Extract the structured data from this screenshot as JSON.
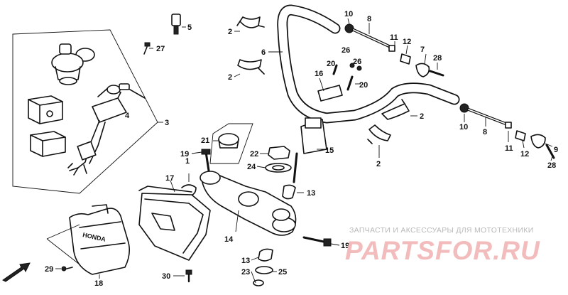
{
  "watermark": {
    "caption": "ЗАПЧАСТИ И АКСЕССУАРЫ ДЛЯ МОТОТЕХНИКИ",
    "logo": "PARTSFOR.RU"
  },
  "nameplate_text": "HONDA",
  "callouts": {
    "c1": "1",
    "c2a": "2",
    "c2b": "2",
    "c2c": "2",
    "c2d": "2",
    "c3": "3",
    "c4": "4",
    "c5": "5",
    "c6": "6",
    "c7": "7",
    "c8a": "8",
    "c8b": "8",
    "c9": "9",
    "c10a": "10",
    "c10b": "10",
    "c11a": "11",
    "c11b": "11",
    "c12a": "12",
    "c12b": "12",
    "c13a": "13",
    "c13b": "13",
    "c14": "14",
    "c15": "15",
    "c16": "16",
    "c17": "17",
    "c18": "18",
    "c19a": "19",
    "c19b": "19",
    "c20a": "20",
    "c20b": "20",
    "c21": "21",
    "c22": "22",
    "c23": "23",
    "c24": "24",
    "c25": "25",
    "c26a": "26",
    "c26b": "26",
    "c27": "27",
    "c28a": "28",
    "c28b": "28",
    "c29": "29",
    "c30": "30"
  }
}
